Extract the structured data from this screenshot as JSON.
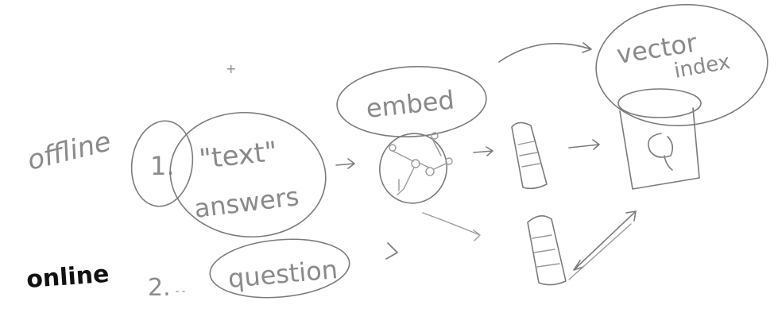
{
  "labels": {
    "offline": "offline",
    "online": "online",
    "step1": "1.",
    "step2": "2.",
    "text_quoted": "\"text\"",
    "answers": "answers",
    "embed": "embed",
    "question": "question",
    "vector": "vector",
    "index": "index",
    "plus": "+"
  },
  "colors": {
    "ink": "#7b7b7b",
    "ink_dark": "#111111",
    "background": "#ffffff"
  }
}
